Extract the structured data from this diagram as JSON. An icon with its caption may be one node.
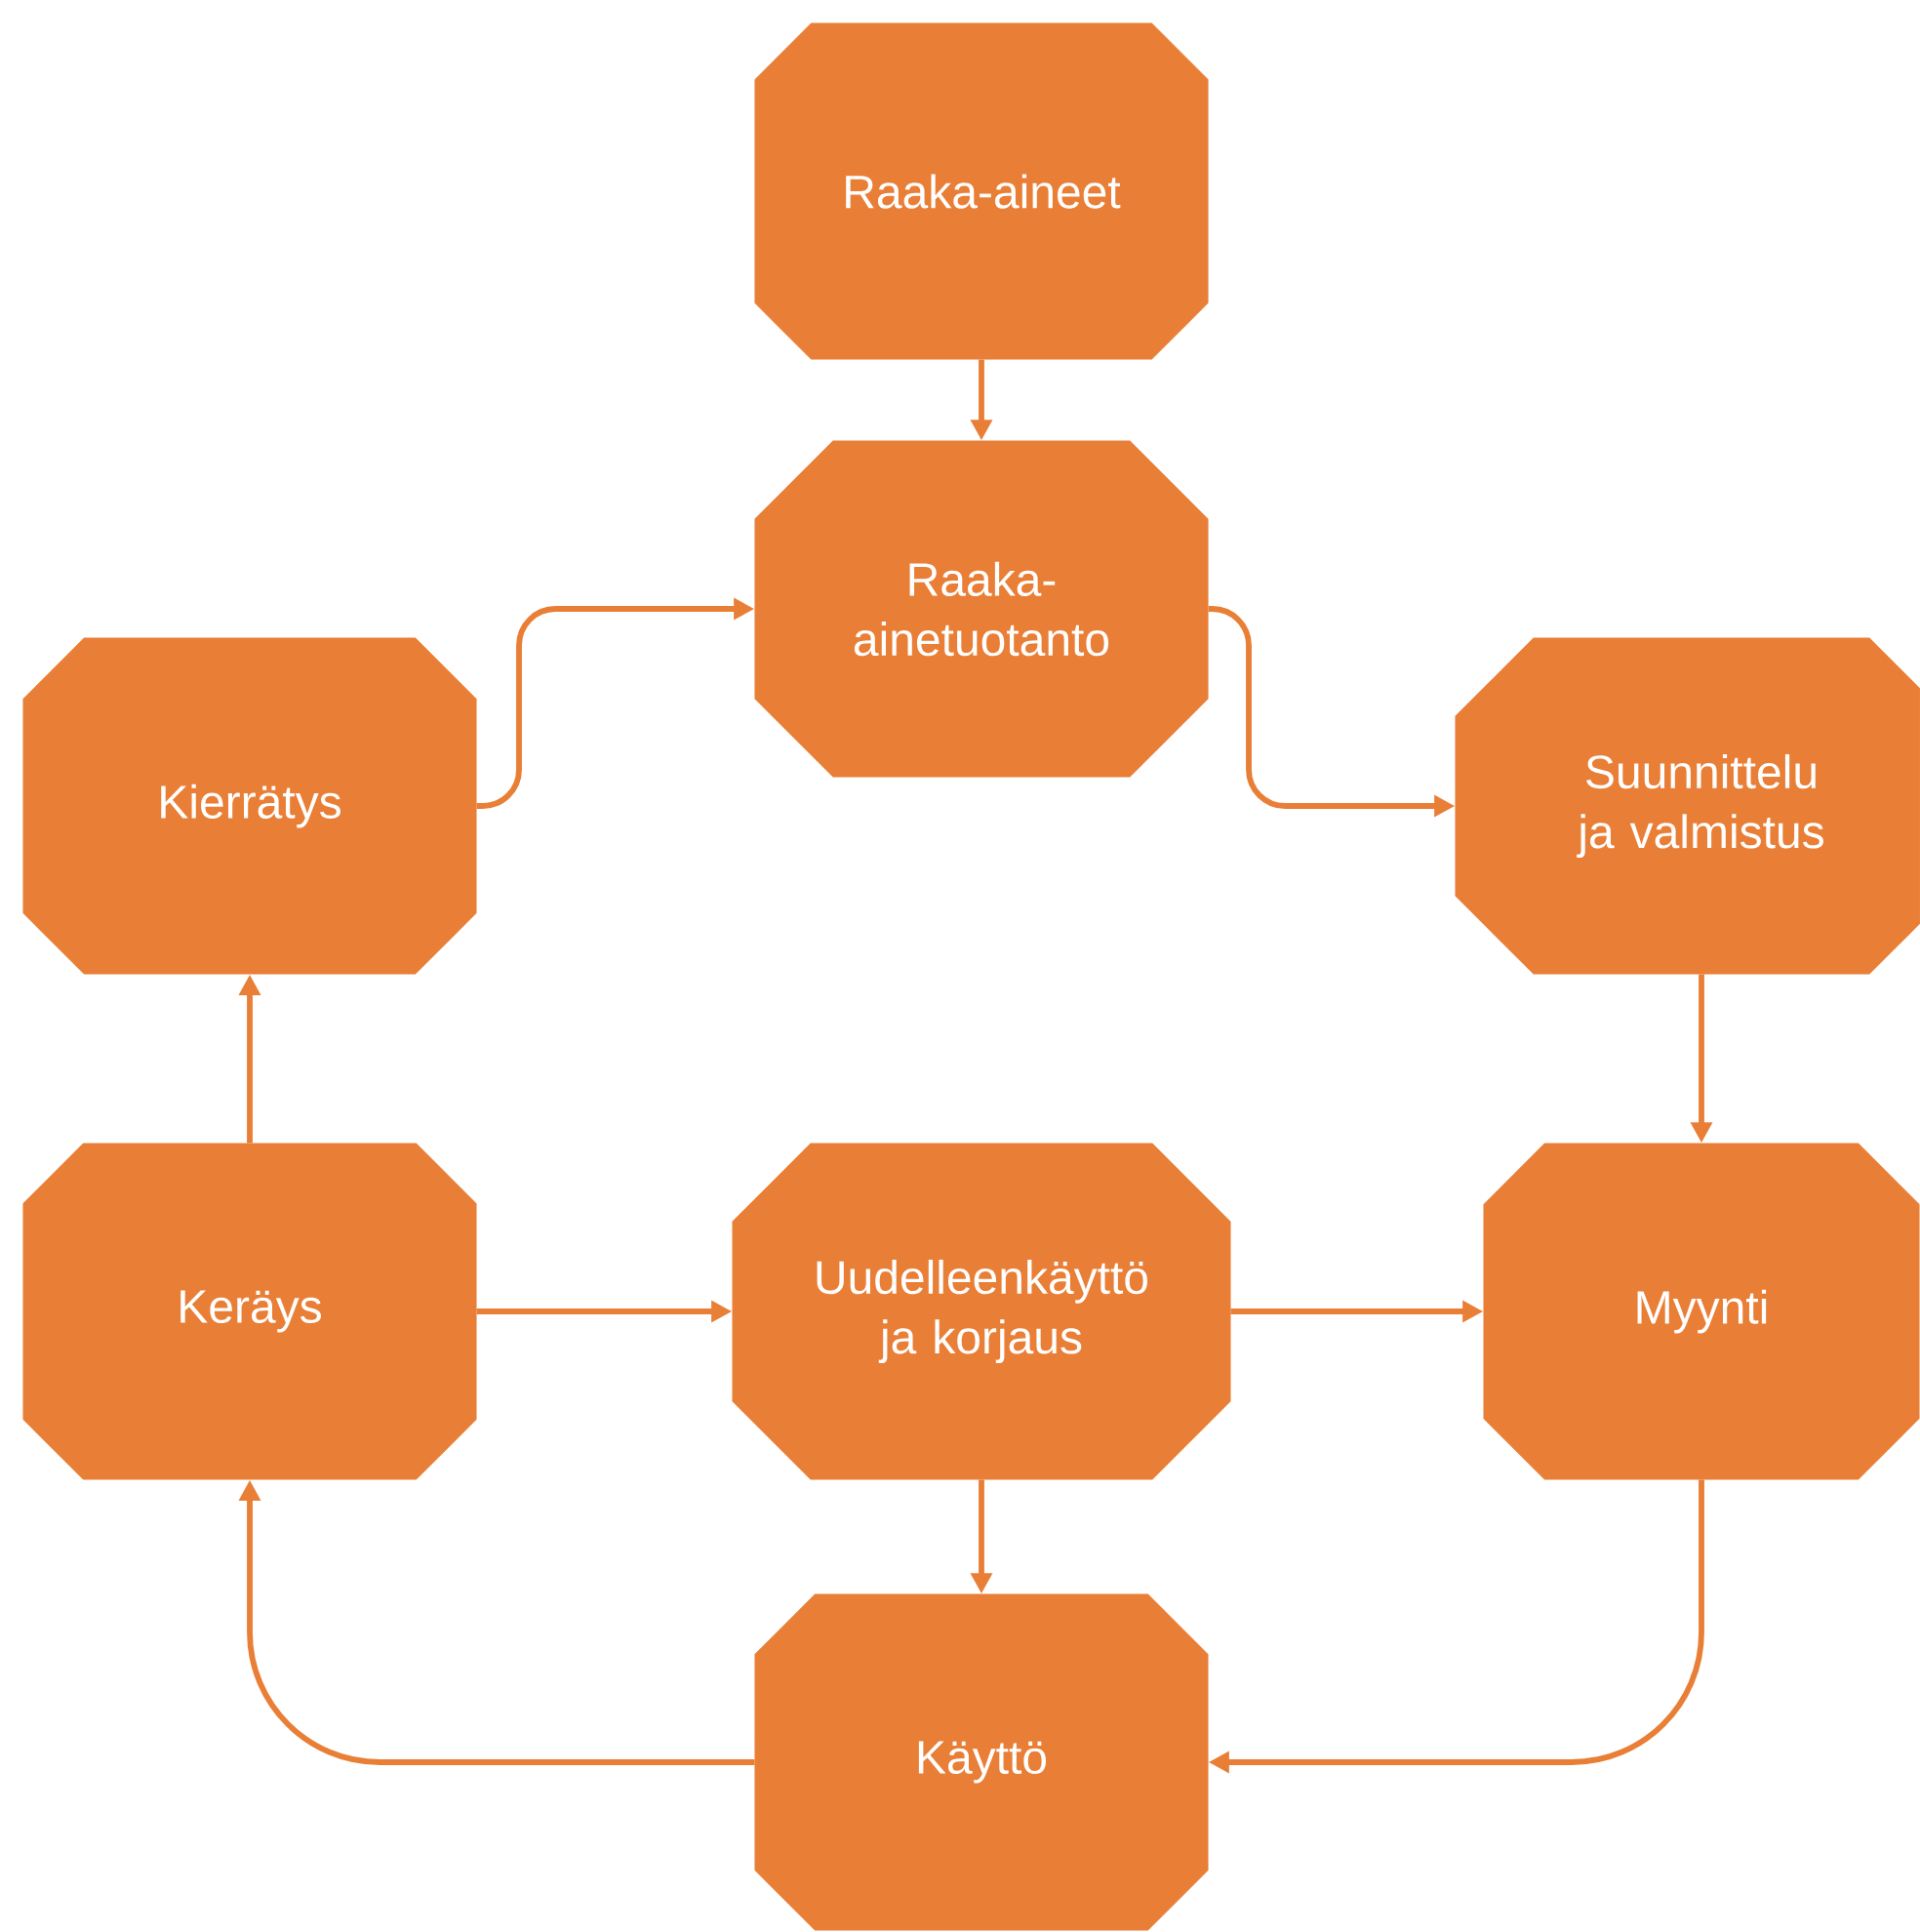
{
  "diagram": {
    "nodes": [
      {
        "text": [
          "Raaka-aineet"
        ]
      },
      {
        "text": [
          "Raaka-ainetuotanto"
        ]
      },
      {
        "text": [
          "Kierrätys"
        ]
      },
      {
        "text": [
          "Suunnittelu ja valmistus"
        ]
      },
      {
        "text": [
          "Keräys"
        ]
      },
      {
        "text": [
          "Uudelleenkäyttö ja korjaus"
        ]
      },
      {
        "text": [
          "Myynti"
        ]
      },
      {
        "text": [
          "Käyttö"
        ]
      }
    ],
    "edges": [
      {
        "from": 0,
        "to": 1,
        "arrow": "to"
      },
      {
        "from": 2,
        "to": 1,
        "arrow": "to"
      },
      {
        "from": 1,
        "to": 3,
        "arrow": "to"
      },
      {
        "from": 3,
        "to": 6,
        "arrow": "to"
      },
      {
        "from": 6,
        "to": 7,
        "arrow": "to"
      },
      {
        "from": 7,
        "to": 4,
        "arrow": "to"
      },
      {
        "from": 4,
        "to": 2,
        "arrow": "to"
      },
      {
        "from": 4,
        "to": 5,
        "arrow": "to"
      },
      {
        "from": 5,
        "to": 6,
        "arrow": "to"
      },
      {
        "from": 5,
        "to": 7,
        "arrow": "to"
      }
    ]
  }
}
